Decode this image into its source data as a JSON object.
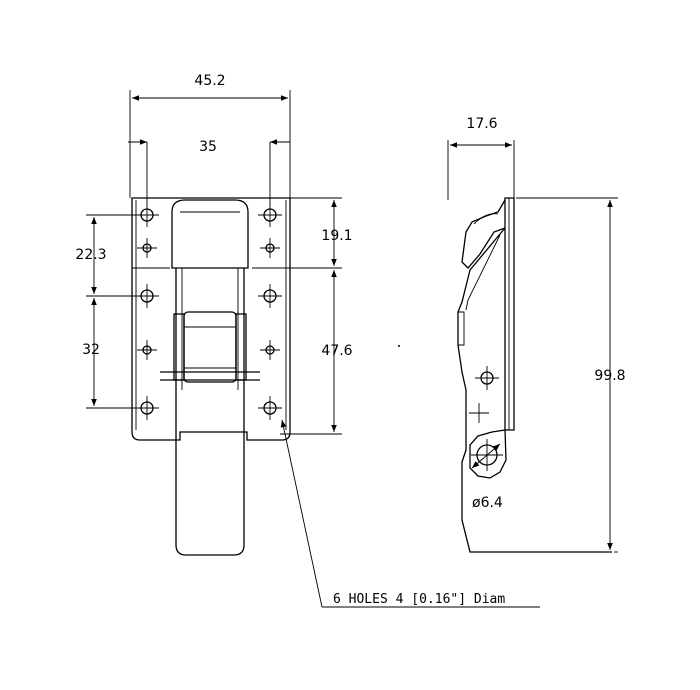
{
  "dimensions": {
    "front_overall_width": "45.2",
    "front_hole_spacing_width": "35",
    "front_left_height": "22.3",
    "front_left_lower_height": "32",
    "front_right_upper_height": "19.1",
    "front_right_lower_height": "47.6",
    "side_width": "17.6",
    "side_overall_height": "99.8",
    "side_hole_diameter": "ø6.4"
  },
  "notes": {
    "holes_callout": "6 HOLES 4 [0.16\"] Diam"
  },
  "colors": {
    "line": "#000000",
    "background": "#ffffff"
  }
}
